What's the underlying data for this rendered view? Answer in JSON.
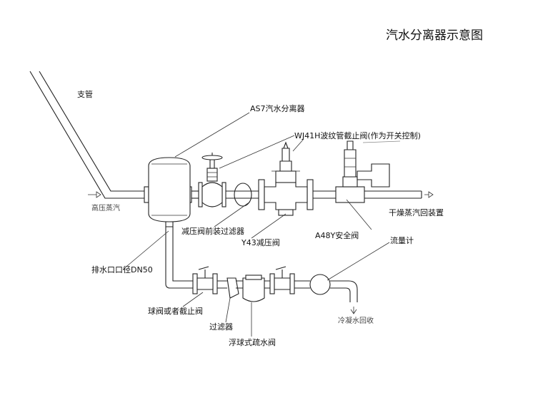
{
  "title": "汽水分离器示意图",
  "labels": {
    "branch_pipe": "支管",
    "separator": "AS7汽水分离器",
    "bellows_valve": "WJ41H波纹管截止阀(作为开关控制)",
    "hp_steam": "高压蒸汽",
    "dry_steam_return": "干燥蒸汽回装置",
    "pre_filter": "减压阀前装过滤器",
    "reducing_valve": "Y43减压阀",
    "safety_valve": "A48Y安全阀",
    "flowmeter": "流量计",
    "drain_outlet": "排水口口径DN50",
    "ball_or_globe_valve": "球阀或者截止阀",
    "strainer": "过滤器",
    "float_trap": "浮球式疏水阀",
    "condensate_return": "冷凝水回收"
  },
  "colors": {
    "line": "#222222",
    "background": "#ffffff"
  }
}
